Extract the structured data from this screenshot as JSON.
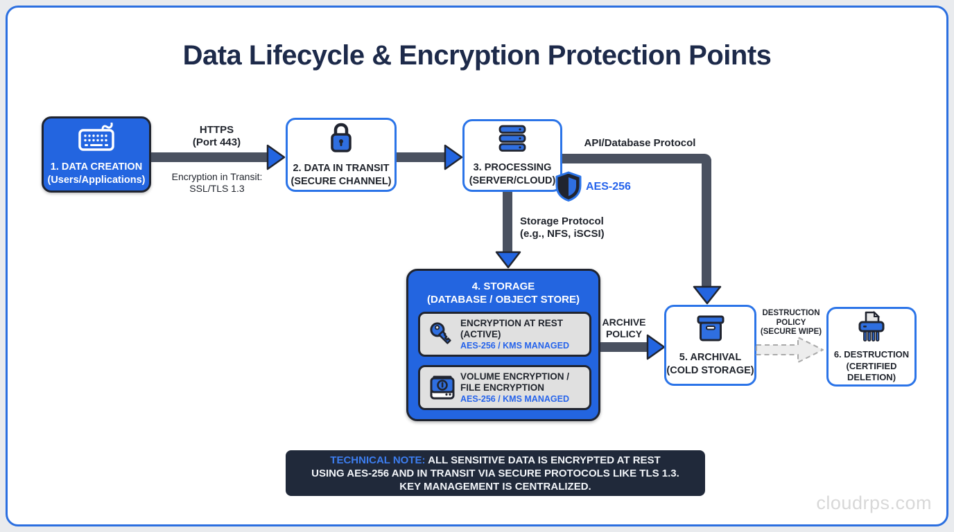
{
  "title": "Data Lifecycle & Encryption Protection Points",
  "colors": {
    "accent_blue": "#2365e0",
    "node_border_blue": "#2b74e8",
    "outline_dark": "#20242f",
    "arrow_gray": "#4a5160",
    "note_bg": "#20293a",
    "note_accent": "#3d7ef0",
    "subtitle_blue": "#2563eb",
    "panel_gray": "#e0e0e0"
  },
  "nodes": {
    "creation": {
      "icon": "keyboard-icon",
      "line1": "1. DATA CREATION",
      "line2": "(Users/Applications)"
    },
    "transit": {
      "icon": "lock-icon",
      "line1": "2. DATA IN TRANSIT",
      "line2": "(SECURE CHANNEL)"
    },
    "processing": {
      "icon": "server-stack-icon",
      "line1": "3. PROCESSING",
      "line2": "(SERVER/CLOUD)",
      "badge_icon": "shield-icon",
      "badge": "AES-256"
    },
    "storage": {
      "line1": "4. STORAGE",
      "line2": "(DATABASE / OBJECT STORE)",
      "items": [
        {
          "icon": "key-icon",
          "line1": "ENCRYPTION AT REST",
          "line2": "(ACTIVE)",
          "subtitle": "AES-256 / KMS MANAGED"
        },
        {
          "icon": "hard-drive-icon",
          "line1": "VOLUME ENCRYPTION /",
          "line2": "FILE ENCRYPTION",
          "subtitle": "AES-256 / KMS MANAGED"
        }
      ]
    },
    "archival": {
      "icon": "archive-box-icon",
      "line1": "5. ARCHIVAL",
      "line2": "(COLD STORAGE)"
    },
    "destruction": {
      "icon": "shredder-icon",
      "line1": "6. DESTRUCTION",
      "line2": "(CERTIFIED",
      "line3": "DELETION)"
    }
  },
  "edges": {
    "creation_transit": {
      "top1": "HTTPS",
      "top2": "(Port 443)",
      "bottom1": "Encryption in Transit:",
      "bottom2": "SSL/TLS 1.3"
    },
    "processing_archival": {
      "label": "API/Database Protocol"
    },
    "processing_storage": {
      "label1": "Storage Protocol",
      "label2": "(e.g., NFS, iSCSI)"
    },
    "storage_archival": {
      "label1": "ARCHIVE",
      "label2": "POLICY"
    },
    "archival_destruction": {
      "label1": "DESTRUCTION",
      "label2": "POLICY",
      "label3": "(SECURE WIPE)"
    }
  },
  "note": {
    "prefix": "TECHNICAL NOTE:",
    "line1_rest": " ALL SENSITIVE DATA IS ENCRYPTED AT REST",
    "line2": "USING AES-256 AND IN TRANSIT VIA SECURE PROTOCOLS LIKE TLS 1.3.",
    "line3": "KEY MANAGEMENT IS CENTRALIZED."
  },
  "watermark": "cloudrps.com"
}
